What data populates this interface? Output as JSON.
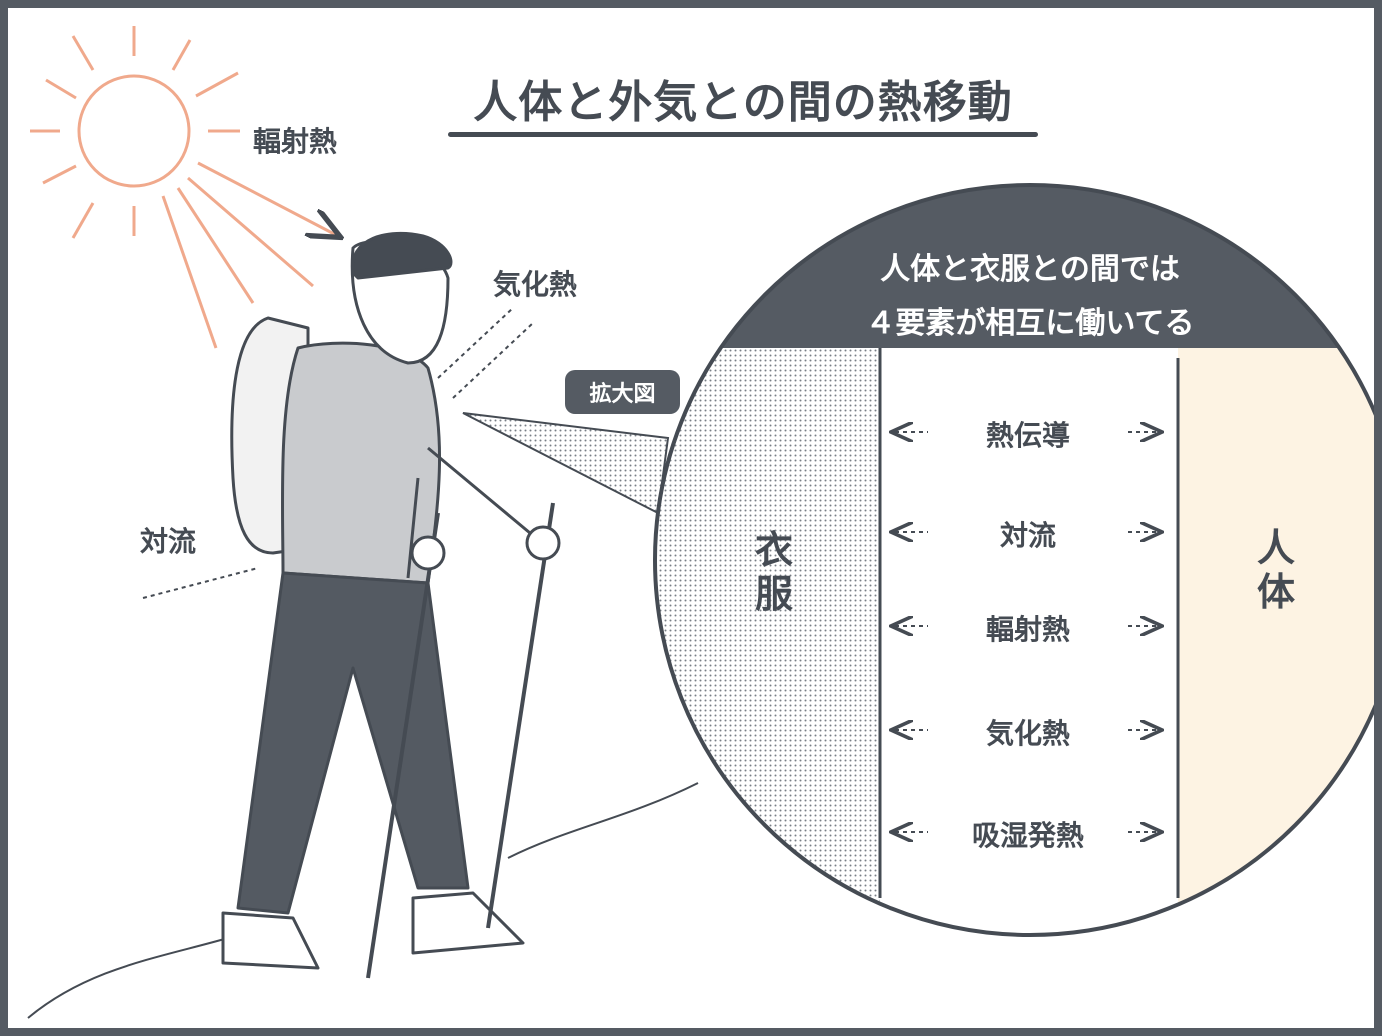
{
  "title": "人体と外気との間の熱移動",
  "outside_labels": {
    "radiation": "輻射熱",
    "evaporation": "気化熱",
    "convection": "対流"
  },
  "zoom_badge": "拡大図",
  "zoom_circle": {
    "header_line1": "人体と衣服との間では",
    "header_line2": "４要素が相互に働いてる",
    "left_region": "衣服",
    "right_region": "人体",
    "rows": [
      "熱伝導",
      "対流",
      "輻射熱",
      "気化熱",
      "吸湿発熱"
    ]
  },
  "colors": {
    "ink": "#454b53",
    "frame": "#555b63",
    "sun": "#f0a98c",
    "body_fill": "#fdf3e3"
  }
}
